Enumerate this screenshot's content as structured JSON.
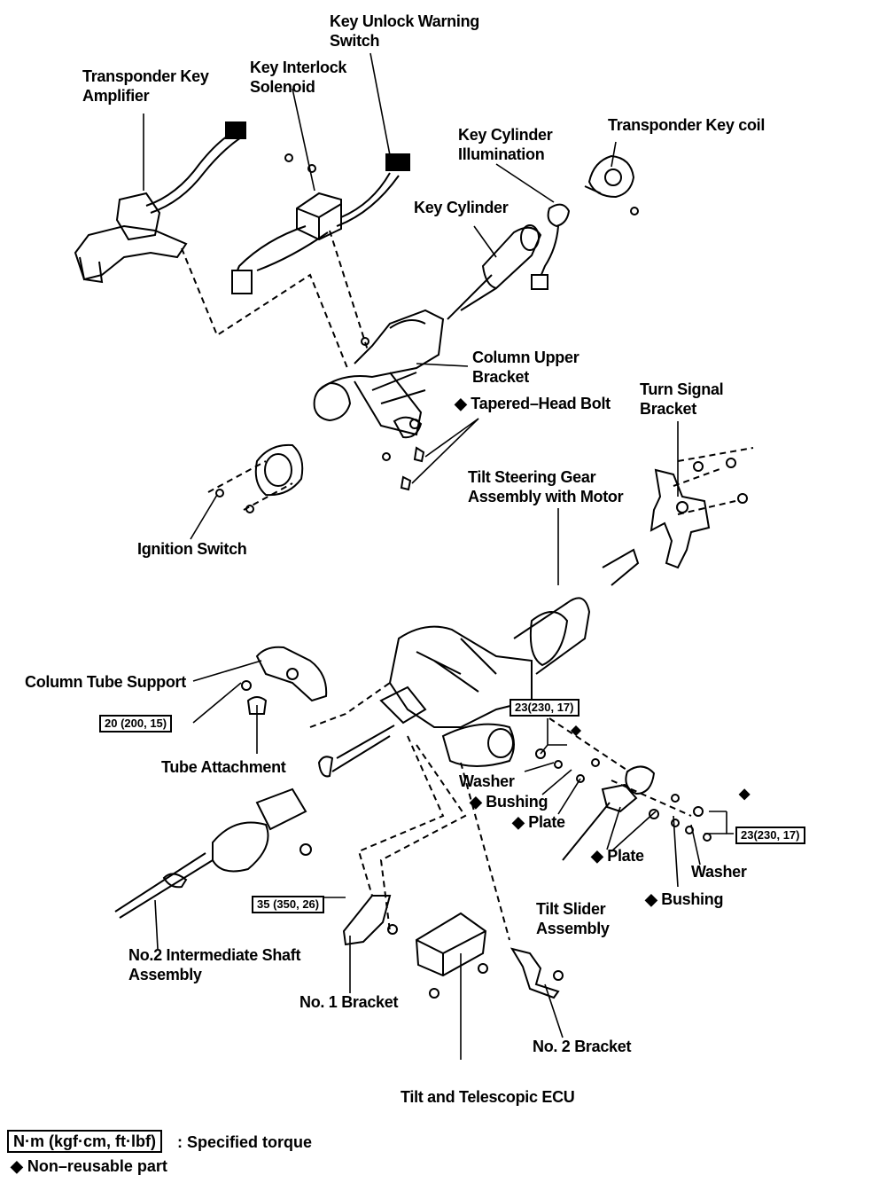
{
  "labels": {
    "key_unlock_warning_switch": "Key Unlock Warning\nSwitch",
    "key_interlock_solenoid": "Key Interlock\nSolenoid",
    "transponder_key_amplifier": "Transponder Key\nAmplifier",
    "key_cylinder_illumination": "Key Cylinder\nIllumination",
    "transponder_key_coil": "Transponder Key coil",
    "key_cylinder": "Key Cylinder",
    "column_upper_bracket": "Column Upper\nBracket",
    "tapered_head_bolt": "◆ Tapered–Head Bolt",
    "turn_signal_bracket": "Turn Signal\nBracket",
    "tilt_steering_gear": "Tilt Steering Gear\nAssembly with Motor",
    "ignition_switch": "Ignition Switch",
    "column_tube_support": "Column Tube Support",
    "tube_attachment": "Tube Attachment",
    "washer_left": "Washer",
    "bushing_left": "◆ Bushing",
    "plate_left": "◆ Plate",
    "plate_right": "◆ Plate",
    "washer_right": "Washer",
    "bushing_right": "◆ Bushing",
    "tilt_slider_assembly": "Tilt Slider\nAssembly",
    "no2_intermediate_shaft": "No.2 Intermediate Shaft\nAssembly",
    "no1_bracket": "No. 1 Bracket",
    "no2_bracket": "No. 2 Bracket",
    "tilt_telescopic_ecu": "Tilt and Telescopic ECU",
    "diamond_marker": "◆"
  },
  "torques": {
    "column_tube_support": "20 (200, 15)",
    "tilt_gear_upper": "23(230, 17)",
    "tilt_gear_right": "23(230, 17)",
    "intermediate_shaft": "35 (350, 26)"
  },
  "legend": {
    "unit_box": "N·m (kgf·cm, ft·lbf)",
    "unit_desc": ": Specified torque",
    "non_reusable": "◆ Non–reusable part"
  }
}
